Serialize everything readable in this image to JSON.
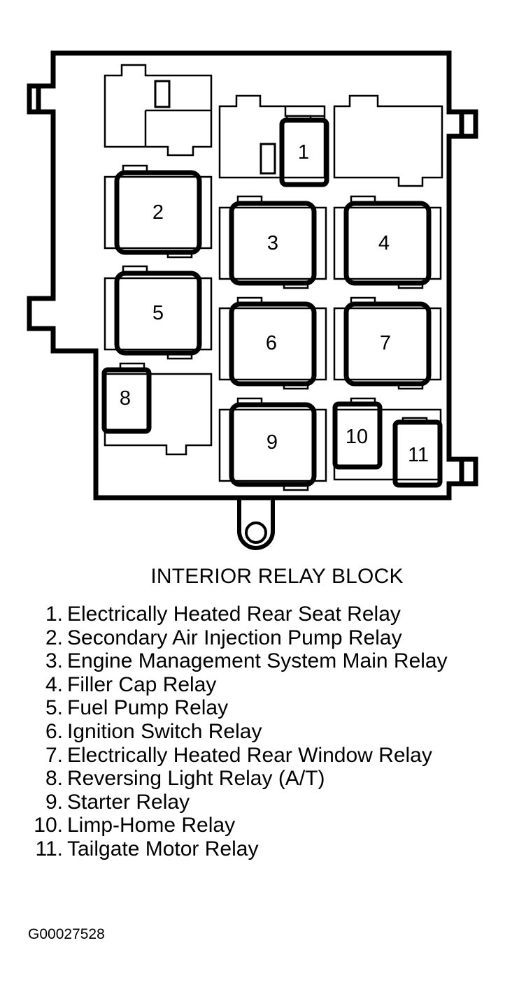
{
  "title": "INTERIOR RELAY BLOCK",
  "relays": [
    {
      "number": "1",
      "label": "Electrically Heated Rear Seat Relay"
    },
    {
      "number": "2",
      "label": "Secondary Air Injection Pump Relay"
    },
    {
      "number": "3",
      "label": "Engine Management System Main Relay"
    },
    {
      "number": "4",
      "label": "Filler Cap Relay"
    },
    {
      "number": "5",
      "label": "Fuel Pump Relay"
    },
    {
      "number": "6",
      "label": "Ignition Switch Relay"
    },
    {
      "number": "7",
      "label": "Electrically Heated Rear Window Relay"
    },
    {
      "number": "8",
      "label": "Reversing Light Relay (A/T)"
    },
    {
      "number": "9",
      "label": "Starter Relay"
    },
    {
      "number": "10",
      "label": "Limp-Home Relay"
    },
    {
      "number": "11",
      "label": "Tailgate Motor Relay"
    }
  ],
  "legend_numbers": [
    "1.",
    "2.",
    "3.",
    "4.",
    "5.",
    "6.",
    "7.",
    "8.",
    "9.",
    "10.",
    "11."
  ],
  "figure_id": "G00027528"
}
